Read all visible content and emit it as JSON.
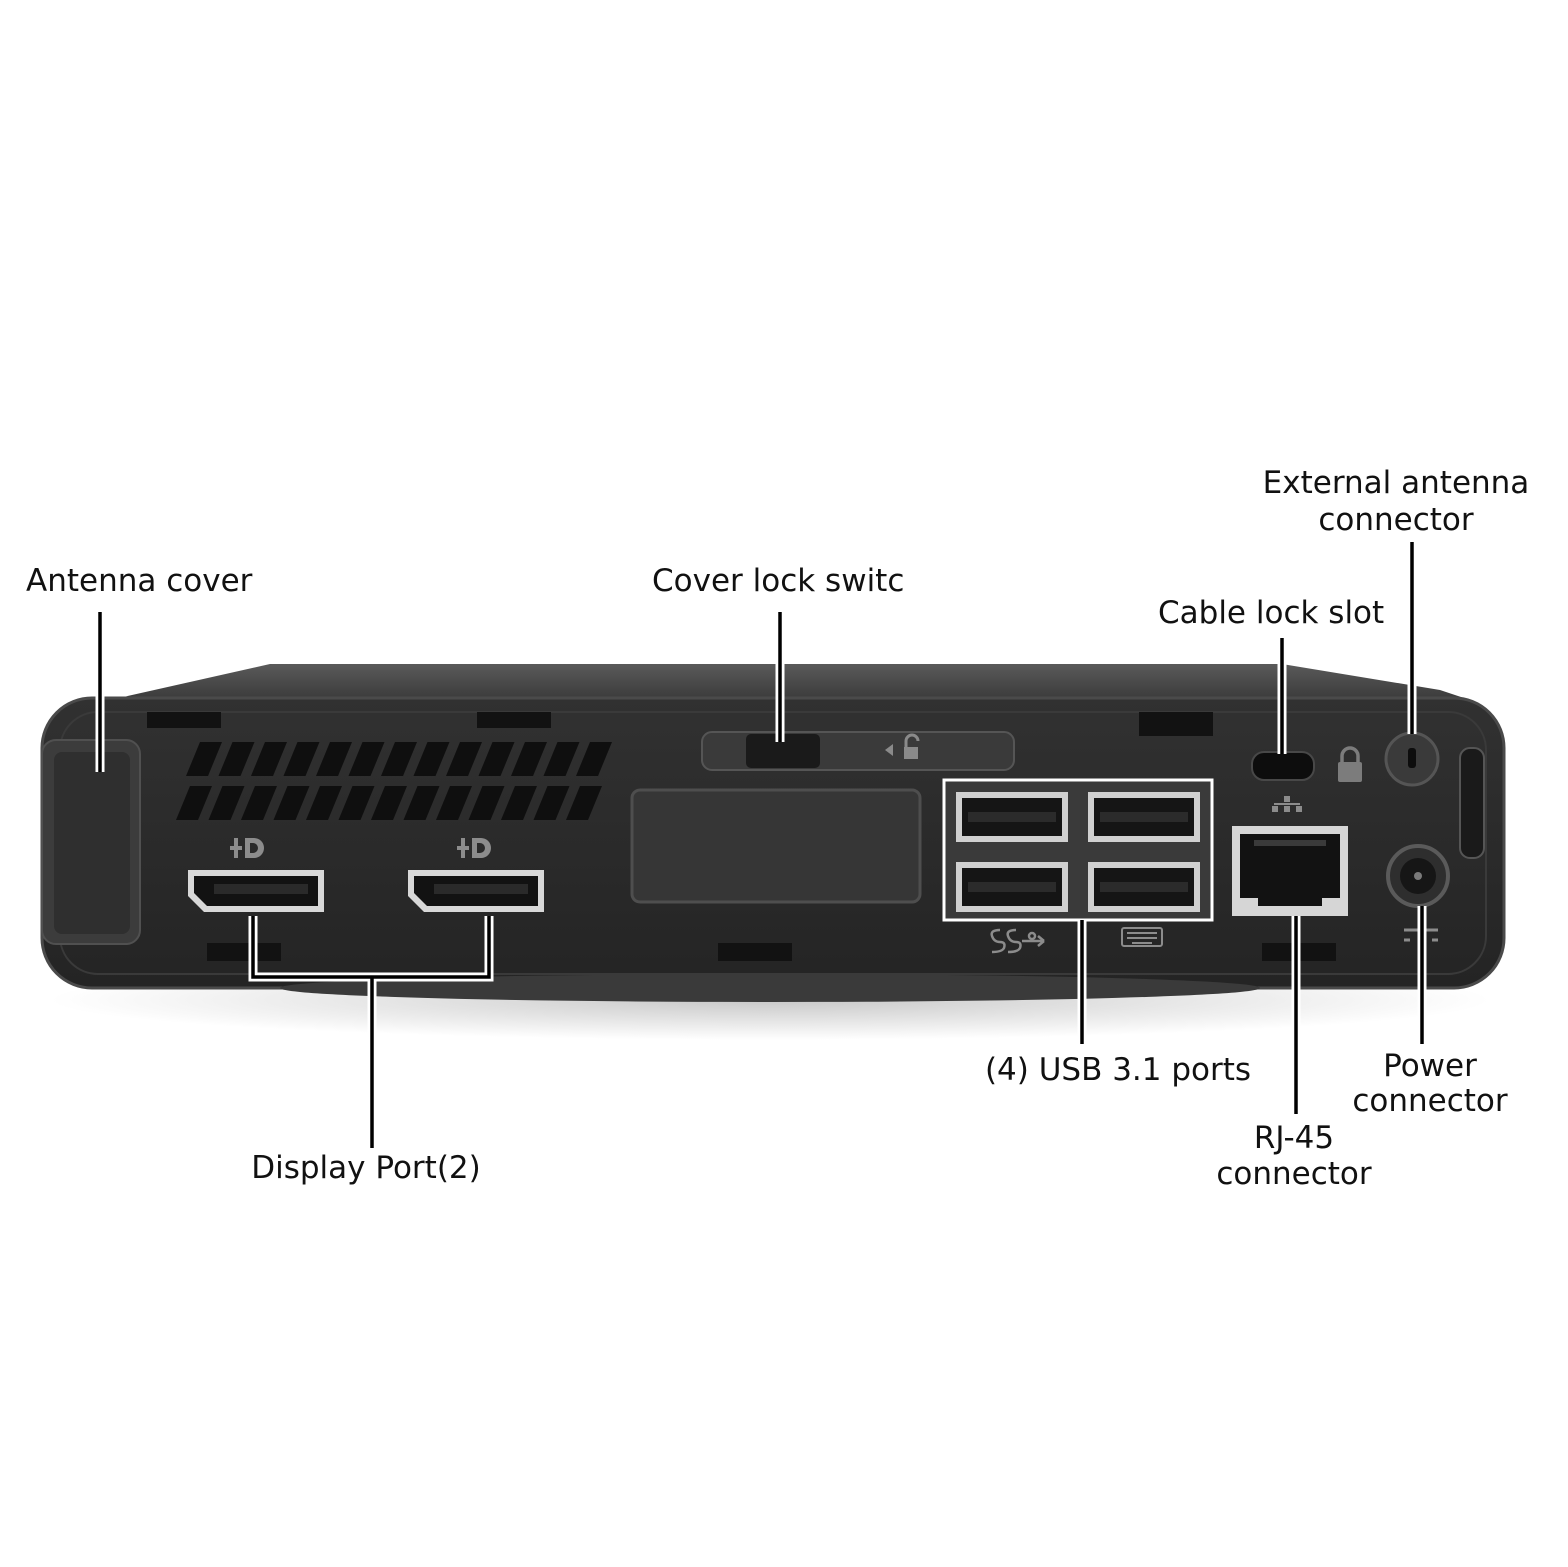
{
  "callouts": {
    "antenna_cover": "Antenna cover",
    "cover_lock_switch": "Cover lock switc",
    "cable_lock_slot": "Cable lock slot",
    "external_antenna": [
      "External antenna",
      "connector"
    ],
    "display_port": "Display Port(2)",
    "usb_ports": "(4) USB 3.1 ports",
    "rj45": [
      "RJ-45",
      "connector"
    ],
    "power": [
      "Power",
      "connector"
    ]
  },
  "port_icons": {
    "displayport": "displayport-icon",
    "superspeed_usb": "superspeed-usb-icon",
    "keyboard": "keyboard-icon",
    "network": "network-icon",
    "padlock": "padlock-icon",
    "unlock": "unlock-icon",
    "dc_power": "dc-power-icon"
  },
  "colors": {
    "chassis": "#2a2a2a",
    "chassis_edge": "#3c3c3c",
    "port": "#121212",
    "leader": "#000000",
    "background": "#ffffff"
  }
}
